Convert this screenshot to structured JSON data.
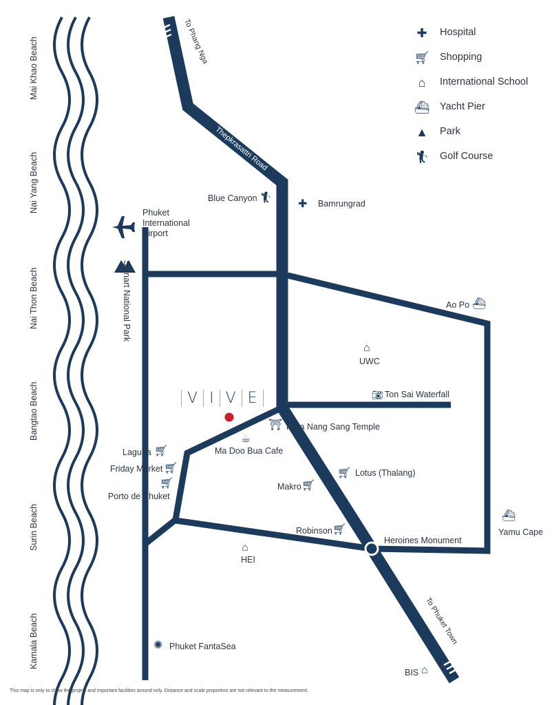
{
  "colors": {
    "road": "#1b3a5c",
    "project_marker": "#c8202f"
  },
  "project_logo": [
    "V",
    "I",
    "V",
    "E"
  ],
  "legend": [
    {
      "icon": "hospital-cross-icon",
      "label": "Hospital"
    },
    {
      "icon": "shopping-cart-icon",
      "label": "Shopping"
    },
    {
      "icon": "school-icon",
      "label": "International School"
    },
    {
      "icon": "yacht-icon",
      "label": "Yacht Pier"
    },
    {
      "icon": "park-mountain-icon",
      "label": "Park"
    },
    {
      "icon": "golf-icon",
      "label": "Golf Course"
    }
  ],
  "beaches": [
    "Mai Khao Beach",
    "Nai Yang Beach",
    "Nai Thon Beach",
    "Bangtao Beach",
    "Surin Beach",
    "Kamala Beach"
  ],
  "roads": {
    "to_phang_nga": "To Phang Nga",
    "thepkrasattri": "Thepkrasattri Road",
    "to_phuket_town": "To Phuket Town"
  },
  "park": "Sirinart National Park",
  "places": {
    "blue_canyon": "Blue Canyon",
    "bamrungrad": "Bamrungrad",
    "airport": "Phuket\nInternational\nAirport",
    "ao_po": "Ao Po",
    "uwc": "UWC",
    "ton_sai": "Ton Sai Waterfall",
    "temple": "Phra Nang Sang Temple",
    "cafe": "Ma Doo Bua Cafe",
    "laguna": "Laguna",
    "friday_market": "Friday Market",
    "porto": "Porto de Phuket",
    "lotus": "Lotus (Thalang)",
    "makro": "Makro",
    "robinson": "Robinson",
    "heroines": "Heroines Monument",
    "yamu": "Yamu Cape",
    "hei": "HEI",
    "fantasea": "Phuket FantaSea",
    "bis": "BIS"
  },
  "footer": "This map is only to show the project and important facilities around only. Distance and scale proportion are not relevant to the measurement."
}
